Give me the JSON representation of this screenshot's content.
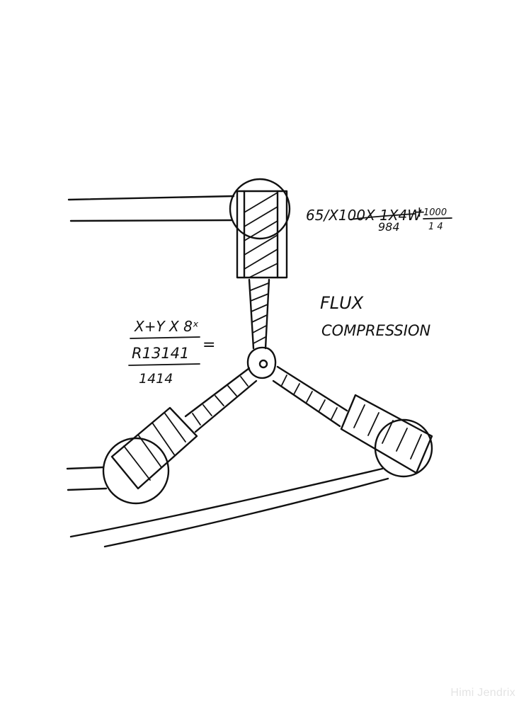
{
  "annotations": {
    "formula_top": "65/X100X 1X4W",
    "formula_top_denominator": "984",
    "formula_top_plus": "+",
    "formula_top_fraction_num": "1000",
    "formula_top_fraction_den": "1 4",
    "flux_line1": "FLUX",
    "flux_line2": "COMPRESSION",
    "formula_left_line1": "X+Y X 8ˣ",
    "formula_left_line2": "R13141",
    "formula_left_line3": "1414",
    "formula_left_equals": "="
  },
  "watermark": "Himi Jendrix",
  "colors": {
    "ink": "#111111",
    "background": "#ffffff",
    "watermark": "#e4e4e4"
  }
}
